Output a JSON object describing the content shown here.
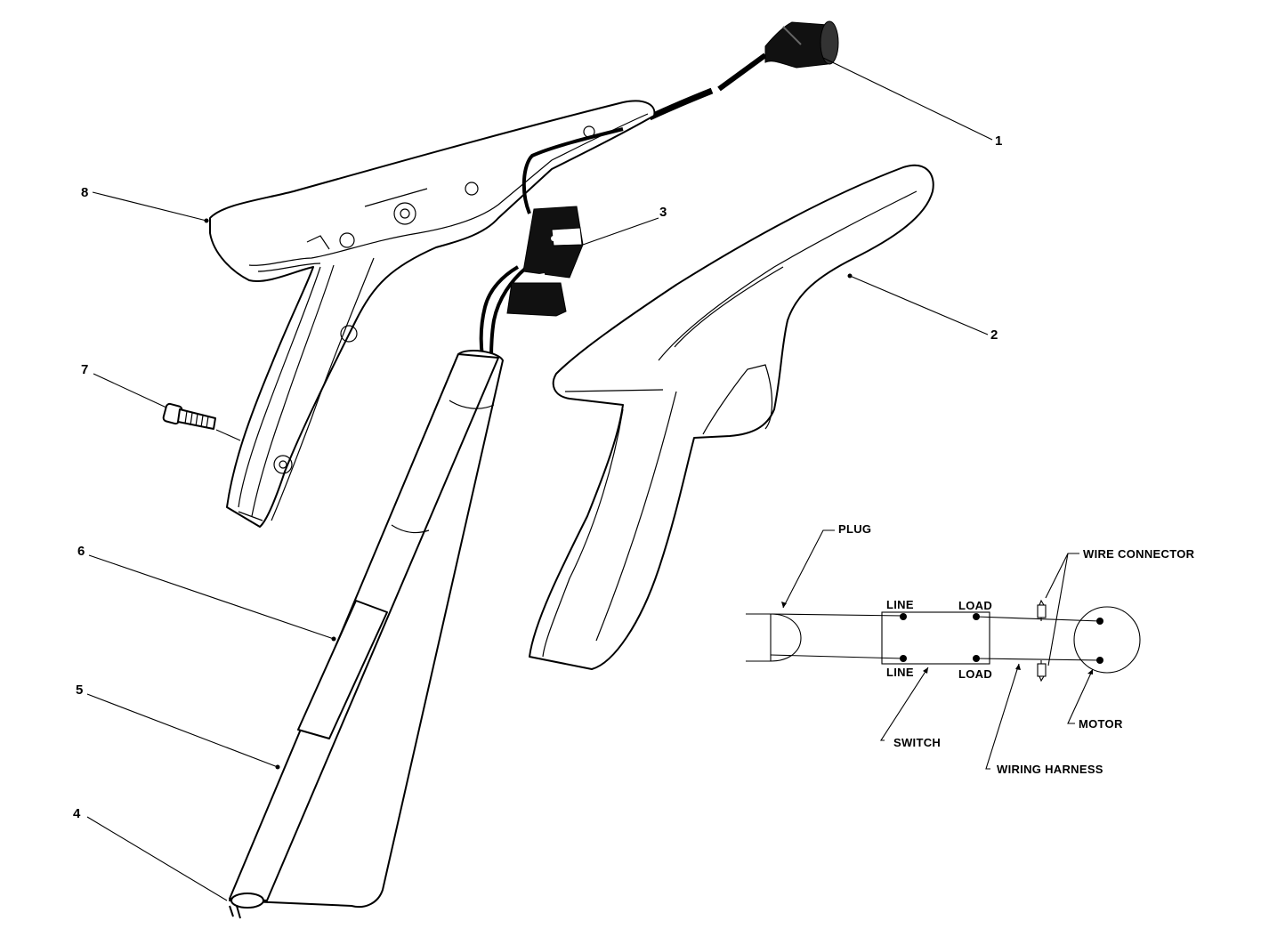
{
  "callouts": {
    "c1": "1",
    "c2": "2",
    "c3": "3",
    "c4": "4",
    "c5": "5",
    "c6": "6",
    "c7": "7",
    "c8": "8"
  },
  "schematic": {
    "plug": "PLUG",
    "wire_connector": "WIRE CONNECTOR",
    "line_top": "LINE",
    "load_top": "LOAD",
    "line_bottom": "LINE",
    "load_bottom": "LOAD",
    "switch": "SWITCH",
    "motor": "MOTOR",
    "wiring_harness": "WIRING HARNESS"
  }
}
